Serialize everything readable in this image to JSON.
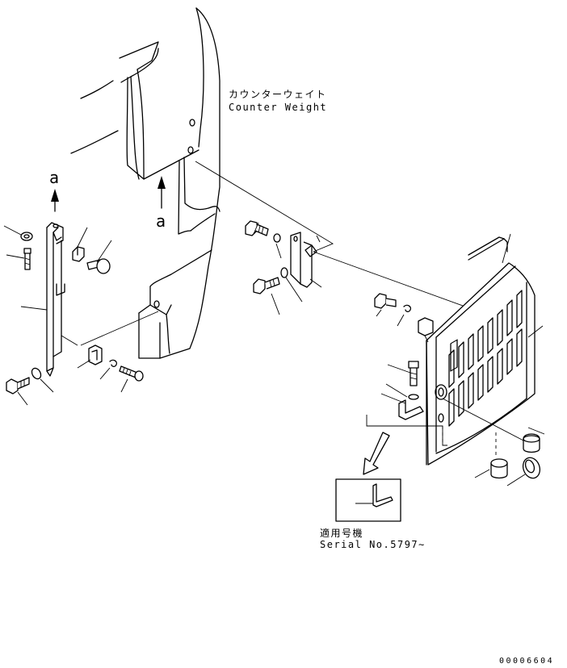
{
  "labels": {
    "counterweight_jp": "カウンターウェイト",
    "counterweight_en": "Counter Weight",
    "view_a_top": "a",
    "view_a_mid": "a",
    "applicable_jp": "適用号機",
    "serial": "Serial No.5797∼",
    "drawing_id": "00006604"
  }
}
